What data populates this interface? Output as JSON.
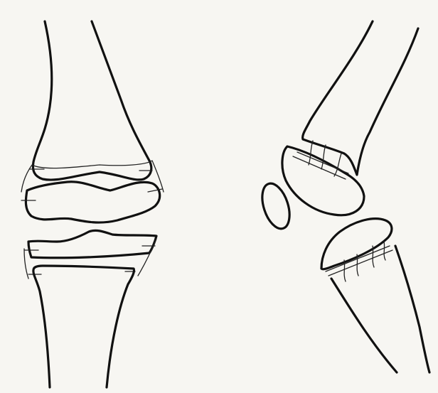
{
  "diagram": {
    "views": [
      {
        "view": "frontal",
        "parts": [
          "femur-shaft",
          "femoral-epiphysis",
          "tibial-epiphysis",
          "tibia-shaft"
        ]
      },
      {
        "view": "lateral",
        "parts": [
          "femur-shaft",
          "femoral-epiphysis",
          "patella",
          "tibial-epiphysis",
          "tibia-shaft"
        ]
      }
    ],
    "colors": {
      "background": "#f7f6f2",
      "outline": "#111111",
      "growth-plate-lines": "#222222"
    }
  }
}
